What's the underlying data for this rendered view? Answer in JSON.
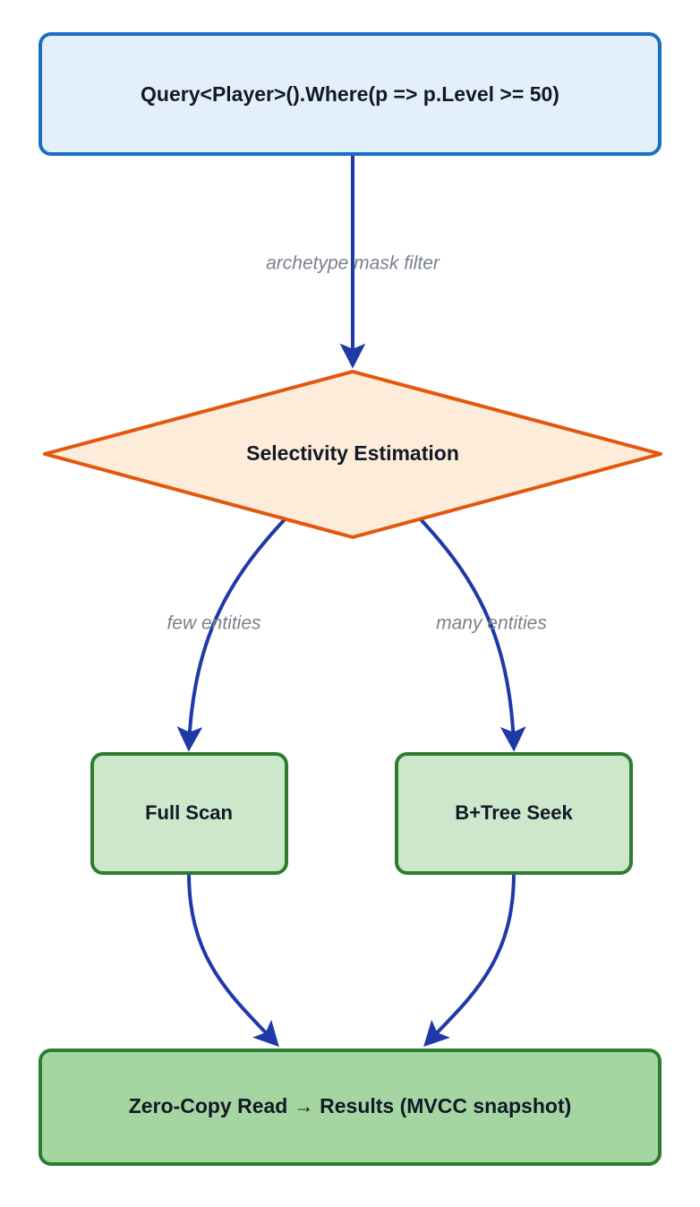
{
  "diagram": {
    "title": "ECS query execution plan flowchart",
    "type": "flowchart",
    "direction": "top-down",
    "palette": {
      "query_fill": "#e3f0fb",
      "query_stroke": "#1a6ec4",
      "decision_fill": "#fdecd9",
      "decision_stroke": "#e2570c",
      "plan_fill": "#cce7c9",
      "plan_stroke": "#2c7d2f",
      "result_fill": "#a5d6a2",
      "result_stroke": "#2c7d2f",
      "edge_color": "#1f39a8",
      "edge_label_color": "#7a818c",
      "node_text_color": "#131826",
      "background": "#ffffff"
    },
    "nodes": [
      {
        "id": "query",
        "label": "Query<Player>().Where(p => p.Level >= 50)",
        "shape": "rounded-rect"
      },
      {
        "id": "selectivity",
        "label": "Selectivity Estimation",
        "shape": "diamond"
      },
      {
        "id": "full-scan",
        "label": "Full Scan",
        "shape": "rounded-rect"
      },
      {
        "id": "btree-seek",
        "label": "B+Tree Seek",
        "shape": "rounded-rect"
      },
      {
        "id": "result",
        "label": "Zero-Copy Read → Results (MVCC snapshot)",
        "shape": "rounded-rect"
      }
    ],
    "edges": [
      {
        "id": "query-to-selectivity",
        "from": "query",
        "to": "selectivity",
        "label": "archetype mask filter"
      },
      {
        "id": "selectivity-to-full-scan",
        "from": "selectivity",
        "to": "full-scan",
        "label": "few entities"
      },
      {
        "id": "selectivity-to-btree-seek",
        "from": "selectivity",
        "to": "btree-seek",
        "label": "many entities"
      },
      {
        "id": "full-scan-to-result",
        "from": "full-scan",
        "to": "result",
        "label": ""
      },
      {
        "id": "btree-seek-to-result",
        "from": "btree-seek",
        "to": "result",
        "label": ""
      }
    ]
  }
}
